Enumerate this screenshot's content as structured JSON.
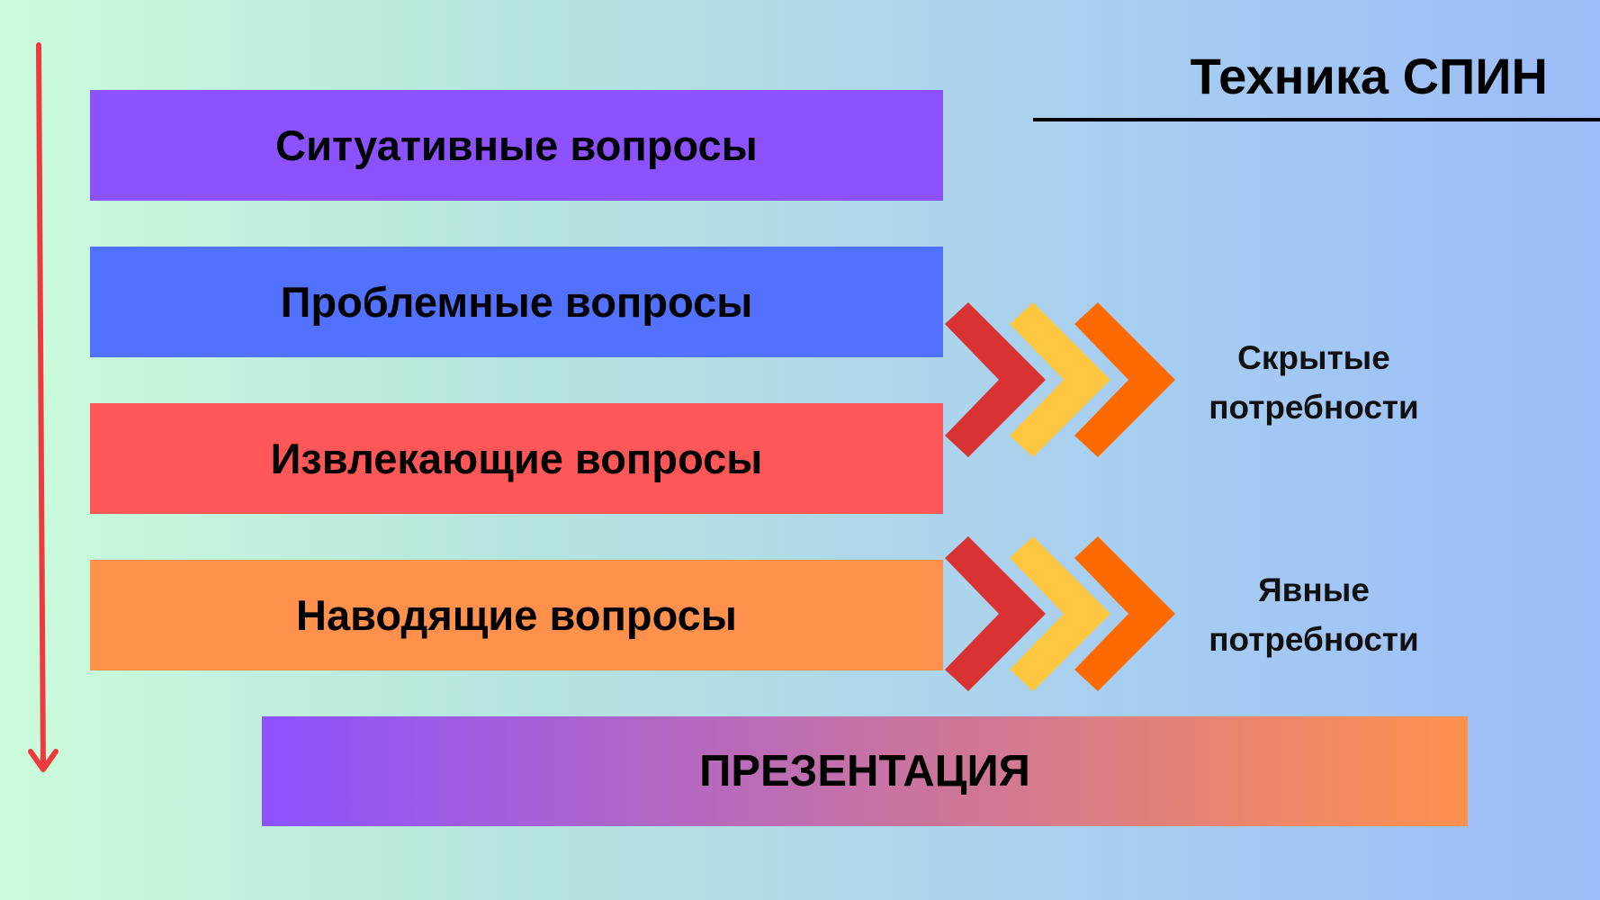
{
  "title": "Техника СПИН",
  "stages": [
    {
      "label": "Ситуативные вопросы",
      "color": "#8c52ff"
    },
    {
      "label": "Проблемные вопросы",
      "color": "#5271ff"
    },
    {
      "label": "Извлекающие вопросы",
      "color": "#ff5757"
    },
    {
      "label": "Наводящие вопросы",
      "color": "#ff914d"
    }
  ],
  "final_stage": {
    "label": "ПРЕЗЕНТАЦИЯ"
  },
  "needs": [
    {
      "line1": "Скрытые",
      "line2": "потребности"
    },
    {
      "line1": "Явные",
      "line2": "потребности"
    }
  ],
  "colors": {
    "arrow": "#ee3a3a",
    "chevron_red": "#d93232",
    "chevron_yellow": "#ffc640",
    "chevron_orange": "#ff6a00"
  }
}
